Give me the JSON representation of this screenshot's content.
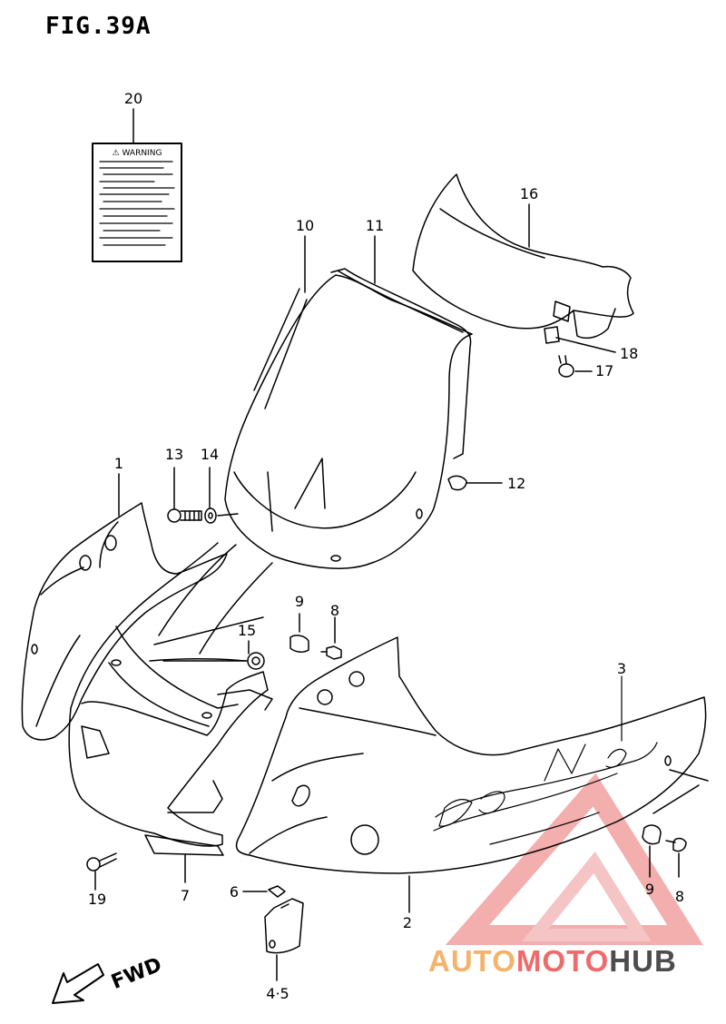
{
  "figure": {
    "title": "FIG.39A"
  },
  "warning_label": {
    "heading": "⚠ WARNING"
  },
  "callouts": {
    "c1": "1",
    "c2": "2",
    "c3": "3",
    "c45": "4·5",
    "c6": "6",
    "c7": "7",
    "c8a": "8",
    "c8b": "8",
    "c9a": "9",
    "c9b": "9",
    "c10": "10",
    "c11": "11",
    "c12": "12",
    "c13": "13",
    "c14": "14",
    "c15": "15",
    "c16": "16",
    "c17": "17",
    "c18": "18",
    "c19": "19",
    "c20": "20"
  },
  "direction": {
    "label": "FWD"
  },
  "watermark": {
    "part1": "AUTO",
    "part2": "MOTO",
    "part3": "HUB"
  },
  "colors": {
    "line": "#000000",
    "wm_orange": "#f3b36a",
    "wm_red": "#ef6b6b",
    "wm_gray": "#4d4d4d"
  }
}
